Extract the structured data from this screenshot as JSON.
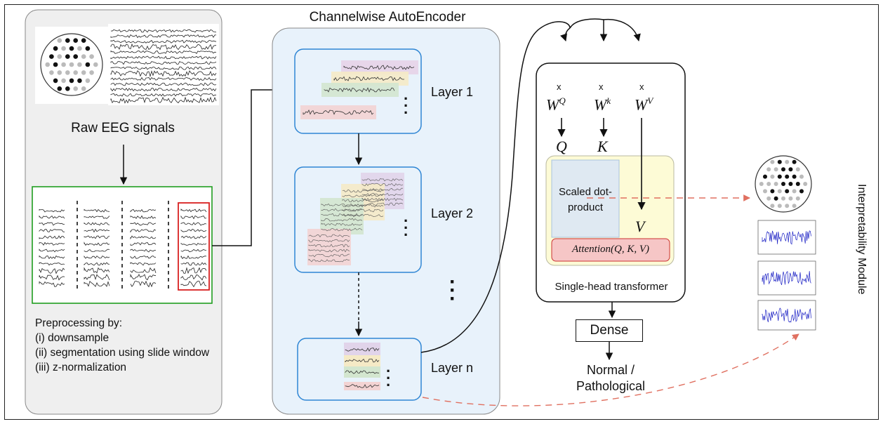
{
  "autoencoder": {
    "title": "Channelwise AutoEncoder",
    "layers": [
      "Layer 1",
      "Layer 2",
      "Layer n"
    ]
  },
  "input": {
    "title": "Raw EEG signals",
    "preprocessing": [
      "Preprocessing by:",
      "(i) downsample",
      "(ii) segmentation using slide window",
      "(iii) z-normalization"
    ]
  },
  "transformer": {
    "weight_marks": [
      "x",
      "x",
      "x"
    ],
    "weights": [
      "W",
      "W",
      "W"
    ],
    "weight_sups": [
      "Q",
      "k",
      "V"
    ],
    "projections": [
      "Q",
      "K",
      "V"
    ],
    "scaled_dot_product": "Scaled dot-product",
    "attention": "Attention(Q, K, V)",
    "caption": "Single-head transformer"
  },
  "dense": {
    "label": "Dense"
  },
  "output": {
    "label": "Normal / Pathological"
  },
  "interpretability": {
    "label": "Interpretability Module"
  },
  "colors": {
    "panel_gray": "#efefef",
    "panel_blue": "#e8f2fb",
    "layer_border": "#2f86d4",
    "window_green": "#1f9d1f",
    "window_red": "#d92020",
    "attention_yellow": "#fdfbd6",
    "sdp_blue": "#dfe9f2",
    "attention_pink": "#f6c6c6",
    "dashed_arrow": "#e07060",
    "signal_blue": "#1a1fc4"
  }
}
